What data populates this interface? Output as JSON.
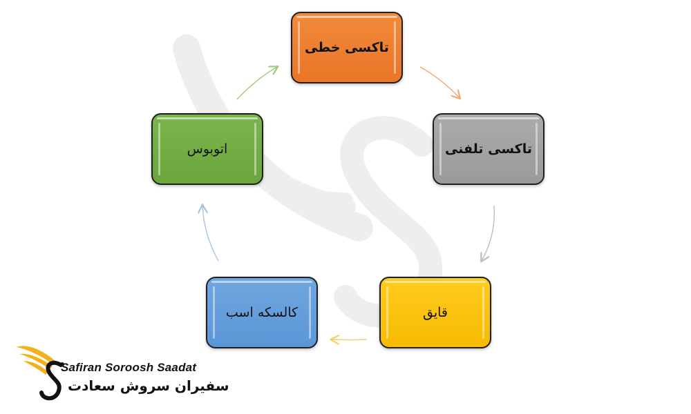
{
  "diagram": {
    "nodes": [
      {
        "id": "n1",
        "label": "تاکسی خطی",
        "color": "#ea7526"
      },
      {
        "id": "n2",
        "label": "تاکسی تلفنی",
        "color": "#9a9a9a"
      },
      {
        "id": "n3",
        "label": "قایق",
        "color": "#f7bb00"
      },
      {
        "id": "n4",
        "label": "کالسکه اسب",
        "color": "#5b96d6"
      },
      {
        "id": "n5",
        "label": "اتوبوس",
        "color": "#6aa63c"
      }
    ],
    "edges": [
      {
        "from": "n1",
        "to": "n2",
        "color": "#f0a878"
      },
      {
        "from": "n2",
        "to": "n3",
        "color": "#bdbdbd"
      },
      {
        "from": "n3",
        "to": "n4",
        "color": "#f5cf6a"
      },
      {
        "from": "n4",
        "to": "n5",
        "color": "#a7c2e2"
      },
      {
        "from": "n5",
        "to": "n1",
        "color": "#9ccb7e"
      }
    ]
  },
  "logo": {
    "english_text": "Safiran Soroosh Saadat",
    "persian_text": "سفیران سروش سعادت",
    "icon": "swan-wing-logo-icon",
    "accent_color": "#f2b21b"
  },
  "watermark": {
    "icon": "swan-wing-watermark-icon"
  }
}
